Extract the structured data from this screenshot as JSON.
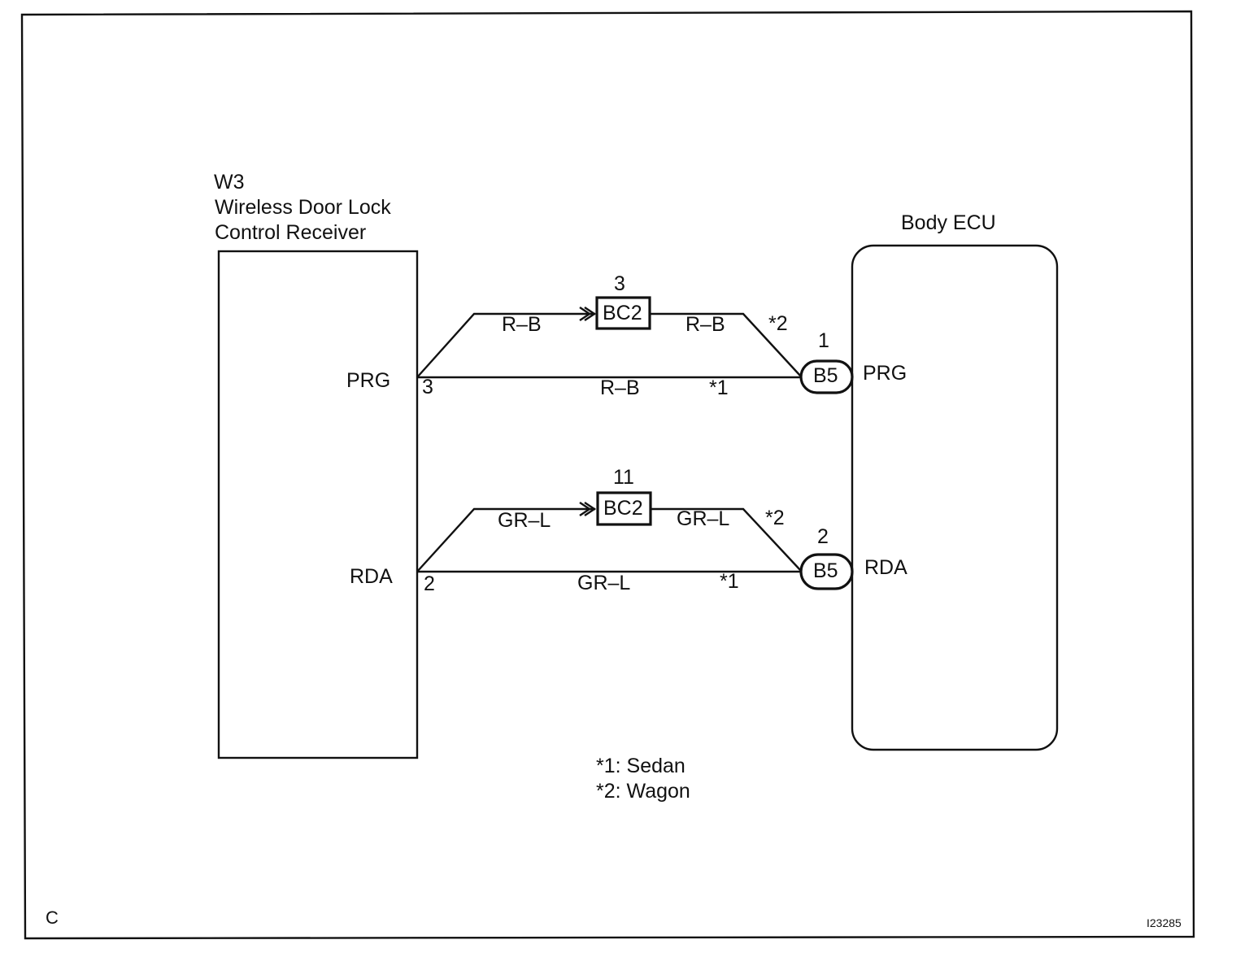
{
  "receiver": {
    "code": "W3",
    "name_line1": "Wireless Door Lock",
    "name_line2": "Control Receiver",
    "pins": [
      {
        "label": "PRG",
        "number": "3"
      },
      {
        "label": "RDA",
        "number": "2"
      }
    ]
  },
  "ecu": {
    "name": "Body ECU",
    "connector": "B5",
    "pins": [
      {
        "label": "PRG",
        "number": "1"
      },
      {
        "label": "RDA",
        "number": "2"
      }
    ]
  },
  "circuits": [
    {
      "signal": "PRG",
      "junction_connector": "BC2",
      "junction_pin": "3",
      "wagon_wire_left": "R–B",
      "wagon_wire_right": "R–B",
      "wagon_mark": "*2",
      "sedan_wire": "R–B",
      "sedan_mark": "*1"
    },
    {
      "signal": "RDA",
      "junction_connector": "BC2",
      "junction_pin": "11",
      "wagon_wire_left": "GR–L",
      "wagon_wire_right": "GR–L",
      "wagon_mark": "*2",
      "sedan_wire": "GR–L",
      "sedan_mark": "*1"
    }
  ],
  "legend": {
    "line1": "*1: Sedan",
    "line2": "*2: Wagon"
  },
  "footer": {
    "corner_letter": "C",
    "figure_id": "I23285"
  }
}
